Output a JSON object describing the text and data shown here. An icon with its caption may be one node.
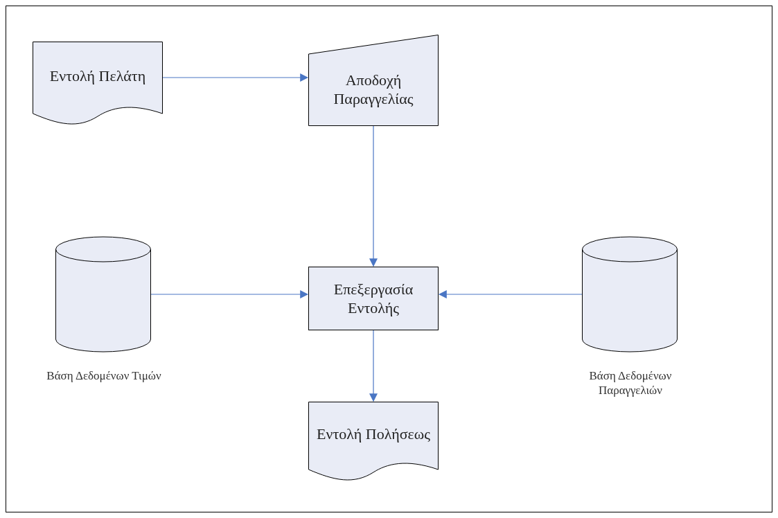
{
  "diagram": {
    "nodes": [
      {
        "text": [
          "Εντολή Πελάτη"
        ]
      },
      {
        "text": [
          "Αποδοχή Παραγγελίας"
        ]
      },
      {
        "text": [
          "Βάση Δεδομένων Τιμών"
        ]
      },
      {
        "text": [
          "Επεξεργασία Εντολής"
        ]
      },
      {
        "text": [
          "Βάση Δεδομένων Παραγγελιών"
        ]
      },
      {
        "text": [
          "Εντολή Πολήσεως"
        ]
      }
    ],
    "edges": [
      {
        "from": 0,
        "to": 1,
        "arrow": "to"
      },
      {
        "from": 1,
        "to": 3,
        "arrow": "to"
      },
      {
        "from": 2,
        "to": 3,
        "arrow": "to"
      },
      {
        "from": 4,
        "to": 3,
        "arrow": "to"
      },
      {
        "from": 3,
        "to": 5,
        "arrow": "to"
      }
    ]
  }
}
